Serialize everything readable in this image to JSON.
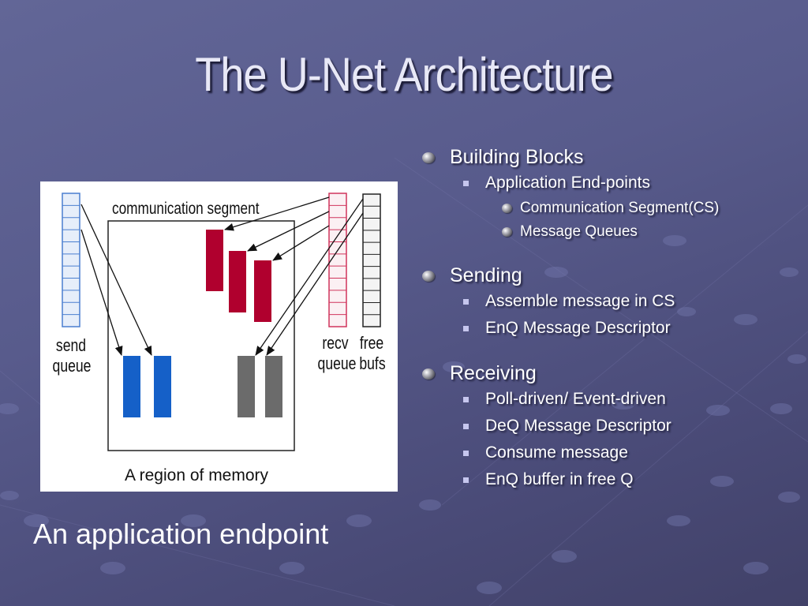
{
  "slide": {
    "title": "The U-Net Architecture",
    "caption": "An application endpoint"
  },
  "diagram": {
    "segment_label": "communication segment",
    "region_label": "A region of memory",
    "queues": {
      "send": {
        "line1": "send",
        "line2": "queue",
        "color": "#4a7fd0",
        "fill": "#e6eefa"
      },
      "recv": {
        "line1": "recv",
        "line2": "queue",
        "color": "#d0345c",
        "fill": "#fbf0f3"
      },
      "free": {
        "line1": "free",
        "line2": "bufs",
        "color": "#222222",
        "fill": "#f4f4f4"
      }
    },
    "buffer_colors": {
      "send": "#1560c8",
      "recv": "#b0002e",
      "free": "#6b6b6b"
    }
  },
  "bullets": [
    {
      "label": "Building Blocks",
      "children": [
        {
          "label": "Application End-points",
          "children": [
            {
              "label": "Communication Segment(CS)"
            },
            {
              "label": "Message Queues"
            }
          ]
        }
      ]
    },
    {
      "label": "Sending",
      "children": [
        {
          "label": "Assemble message in CS"
        },
        {
          "label": "EnQ Message Descriptor"
        }
      ]
    },
    {
      "label": "Receiving",
      "children": [
        {
          "label": "Poll-driven/ Event-driven"
        },
        {
          "label": "DeQ Message Descriptor"
        },
        {
          "label": "Consume message"
        },
        {
          "label": "EnQ buffer in free Q"
        }
      ]
    }
  ]
}
